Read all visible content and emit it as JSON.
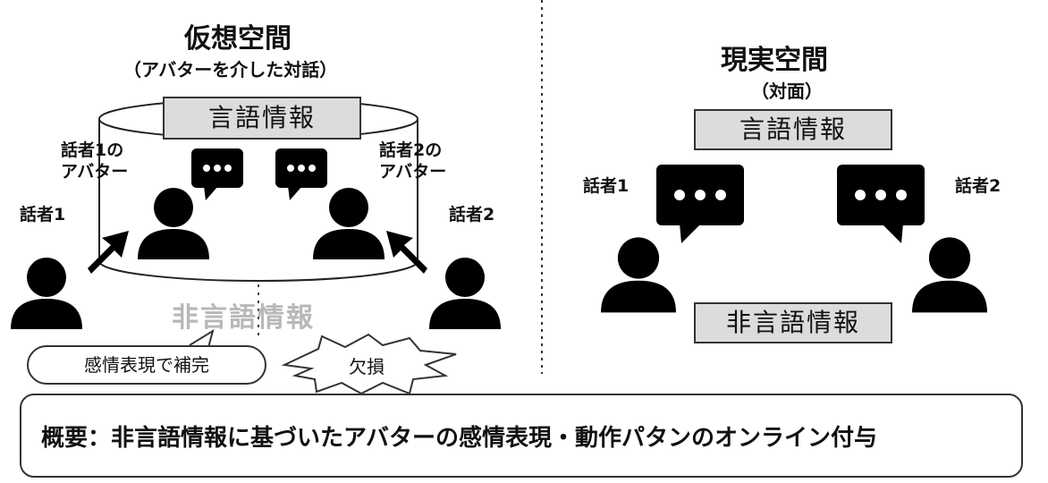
{
  "virtual": {
    "title": "仮想空間",
    "subtitle": "（アバターを介した対話）",
    "verbal_info": "言語情報",
    "nonverbal_info": "非言語情報",
    "speaker1_avatar": [
      "話者1の",
      "アバター"
    ],
    "speaker2_avatar": [
      "話者2の",
      "アバター"
    ],
    "speaker1": "話者1",
    "speaker2": "話者2",
    "complement_callout": "感情表現で補完",
    "loss_label": "欠損"
  },
  "real": {
    "title": "現実空間",
    "subtitle": "（対面）",
    "verbal_info": "言語情報",
    "nonverbal_info": "非言語情報",
    "speaker1": "話者1",
    "speaker2": "話者2"
  },
  "summary": "概要：非言語情報に基づいたアバターの感情表現・動作パタンのオンライン付与",
  "colors": {
    "box_fill": "#dcdcdc",
    "faded_text": "#b8b8b8",
    "icon": "#000000"
  }
}
